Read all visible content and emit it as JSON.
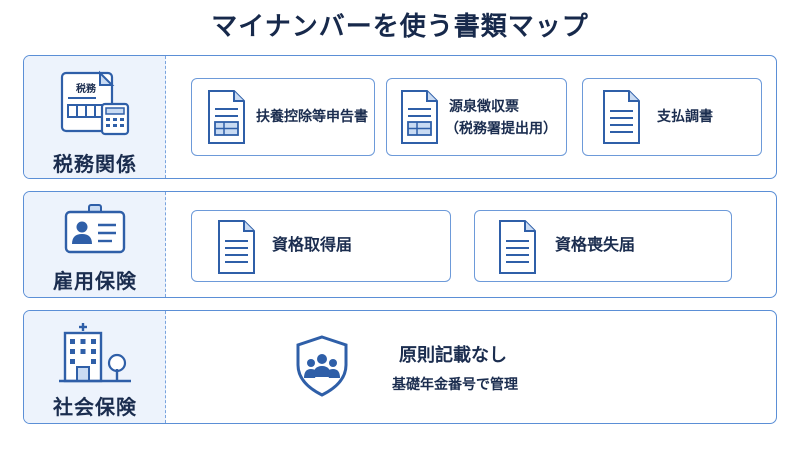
{
  "title": "マイナンバーを使う書類マップ",
  "sections": [
    {
      "label": "税務関係",
      "icon_text": "税務",
      "docs": [
        "扶養控除等申告書",
        "源泉徴収票",
        "（税務署提出用）",
        "支払調書"
      ]
    },
    {
      "label": "雇用保険",
      "docs": [
        "資格取得届",
        "資格喪失届"
      ]
    },
    {
      "label": "社会保険",
      "note_main": "原則記載なし",
      "note_sub": "基礎年金番号で管理"
    }
  ]
}
